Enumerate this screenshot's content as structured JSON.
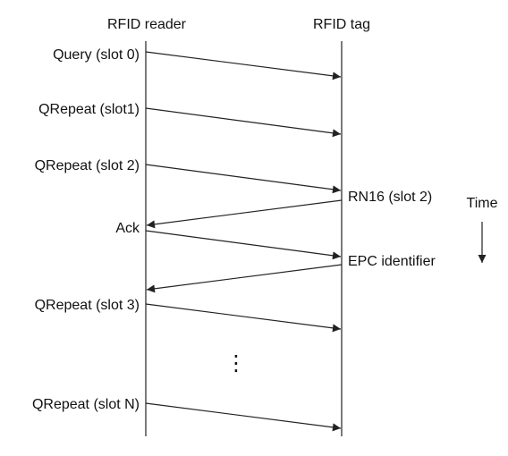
{
  "header": {
    "reader": "RFID reader",
    "tag": "RFID tag"
  },
  "reader_labels": {
    "query_slot0": "Query (slot 0)",
    "qrepeat_slot1": "QRepeat (slot1)",
    "qrepeat_slot2": "QRepeat (slot 2)",
    "ack": "Ack",
    "qrepeat_slot3": "QRepeat (slot 3)",
    "qrepeat_slotN": "QRepeat (slot N)"
  },
  "tag_labels": {
    "rn16": "RN16 (slot 2)",
    "epc": "EPC identifier"
  },
  "time_label": "Time",
  "ellipsis": "⋮",
  "colors": {
    "line": "#222222",
    "text": "#111111",
    "background": "#ffffff"
  }
}
